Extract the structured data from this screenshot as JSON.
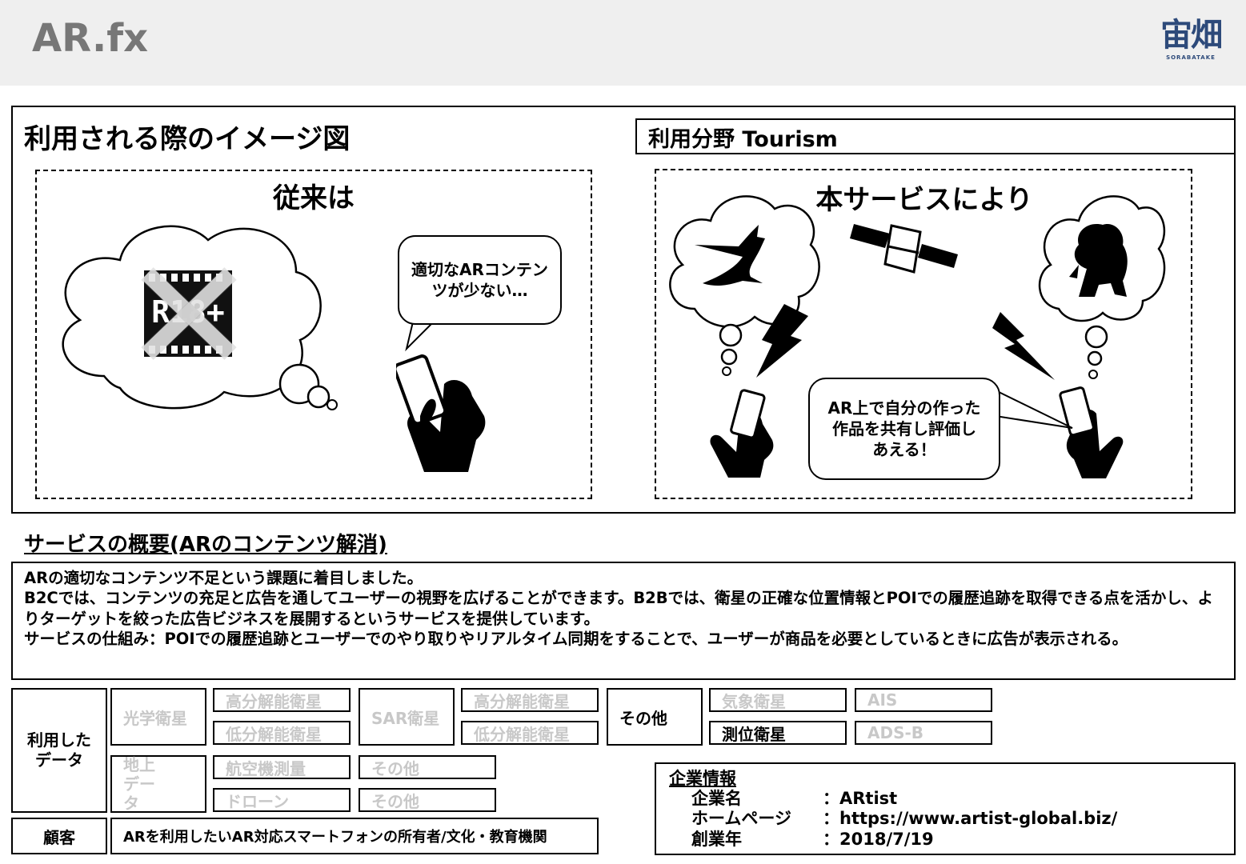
{
  "app_title": "AR.fx",
  "logo": {
    "text": "宙畑",
    "subtext": "SORABATAKE"
  },
  "image_section": {
    "title": "利用される際のイメージ図",
    "field": "利用分野 Tourism",
    "before": {
      "title": "従来は",
      "badge": "R18+",
      "bubble": "適切なARコンテンツが少ない…"
    },
    "after": {
      "title": "本サービスにより",
      "bubble": "AR上で自分の作った作品を共有し評価しあえる！"
    }
  },
  "summary": {
    "title": "サービスの概要(ARのコンテンツ解消)",
    "lines": [
      "ARの適切なコンテンツ不足という課題に着目しました。",
      "B2Cでは、コンテンツの充足と広告を通してユーザーの視野を広げることができます。B2Bでは、衛星の正確な位置情報とPOIでの履歴追跡を取得できる点を活かし、よりターゲットを絞った広告ビジネスを展開するというサービスを提供しています。",
      "サービスの仕組み：POIでの履歴追跡とユーザーでのやり取りやリアルタイム同期をすることで、ユーザーが商品を必要としているときに広告が表示される。"
    ]
  },
  "data_used": {
    "label": "利用したデータ",
    "optical": "光学衛星",
    "optical_high": "高分解能衛星",
    "optical_low": "低分解能衛星",
    "sar": "SAR衛星",
    "sar_high": "高分解能衛星",
    "sar_low": "低分解能衛星",
    "other": "その他",
    "weather": "気象衛星",
    "ais": "AIS",
    "positioning": "測位衛星",
    "adsb": "ADS-B",
    "ground": "地上データ",
    "aerial": "航空機測量",
    "ground_other1": "その他",
    "drone": "ドローン",
    "ground_other2": "その他"
  },
  "customer": {
    "label": "顧客",
    "value": "ARを利用したいAR対応スマートフォンの所有者/文化・教育機関"
  },
  "company": {
    "title": "企業情報",
    "name_label": "企業名",
    "name": "：ARtist",
    "homepage_label": "ホームページ",
    "homepage": "：https://www.artist-global.biz/",
    "founded_label": "創業年",
    "founded": "：2018/7/19"
  }
}
